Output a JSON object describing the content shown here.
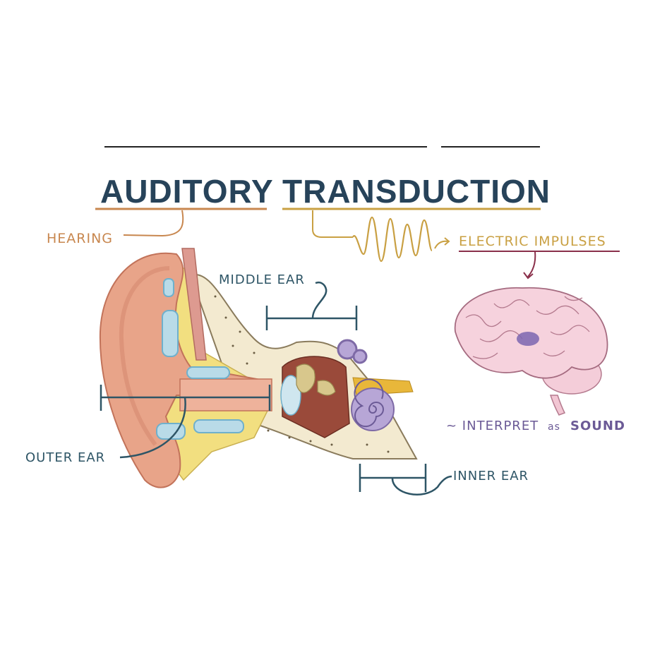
{
  "title": {
    "word1": "AUDITORY",
    "word2": "TRANSDUCTION"
  },
  "labels": {
    "hearing": "HEARING",
    "electric_impulses": "ELECTRIC IMPULSES",
    "middle_ear": "MIDDLE EAR",
    "outer_ear": "OUTER EAR",
    "inner_ear": "INNER EAR",
    "interpret_prefix": "~ INTERPRET",
    "interpret_as": "as",
    "interpret_sound": "SOUND"
  },
  "colors": {
    "title": "#27435a",
    "hearing": "#c8874f",
    "electric": "#c9a043",
    "brain_arrow": "#8a2f4a",
    "interpret": "#6b5a96",
    "bracket": "#2e5566"
  }
}
